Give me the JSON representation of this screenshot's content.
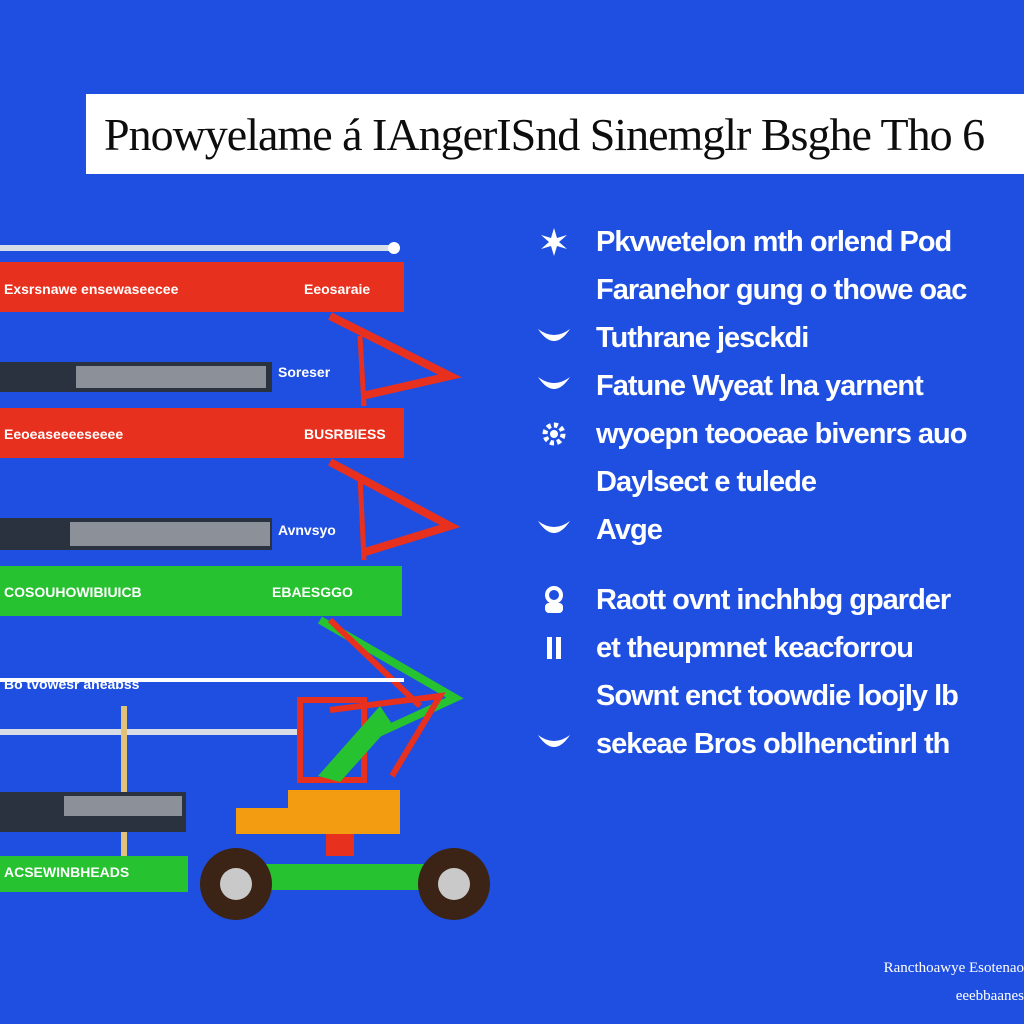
{
  "title": "Pnowyelame á IAngerISnd Sinemglr Bsghe Tho 6",
  "bullets": [
    {
      "icon": "burst-icon",
      "text": "Pkvwetelon mth orlend Pod"
    },
    {
      "icon": "none",
      "text": "Faranehor gung o thowe oac"
    },
    {
      "icon": "chevron-down-icon",
      "text": "Tuthrane jesckdi"
    },
    {
      "icon": "chevron-down-icon",
      "text": "Fatune Wyeat lna yarnent"
    },
    {
      "icon": "gear-icon",
      "text": "wyoepn teooeae bivenrs auo"
    },
    {
      "icon": "none",
      "text": "Daylsect e tulede"
    },
    {
      "icon": "chevron-down-icon",
      "text": "Avge"
    },
    {
      "icon": "person-icon",
      "text": "Raott ovnt inchhbg gparder"
    },
    {
      "icon": "wrench-icon",
      "text": "et theupmnet keacforrou"
    },
    {
      "icon": "none",
      "text": "Sownt enct toowdie loojly lb"
    },
    {
      "icon": "chevron-down-icon",
      "text": "sekeae Bros oblhenctinrl th"
    }
  ],
  "tiers": [
    {
      "color": "#e8301e",
      "left": "Exsrsnawe ensewaseecee",
      "right": "Eeosaraie"
    },
    {
      "color": "#9aa0a8",
      "left": "",
      "right": "Soreser"
    },
    {
      "color": "#e8301e",
      "left": "Eeoeaseeeeseeee",
      "right": "BUSRBIESS"
    },
    {
      "color": "#9aa0a8",
      "left": "",
      "right": "Avnvsyo"
    },
    {
      "color": "#27c230",
      "left": "COSOUHOWIBIUICB",
      "right": "EBAESGGO"
    },
    {
      "color": "#ffffff",
      "left": "Bo tvowesr aheabss",
      "right": ""
    },
    {
      "color": "#27c230",
      "left": "ACSEWINBHEADS",
      "right": ""
    }
  ],
  "footnote": {
    "line1": "Rancthoawye Esotenao",
    "line2": "eeebbaanes"
  },
  "colors": {
    "background": "#1f4fe0",
    "red": "#e8301e",
    "green": "#27c230",
    "orange": "#f39c12"
  }
}
